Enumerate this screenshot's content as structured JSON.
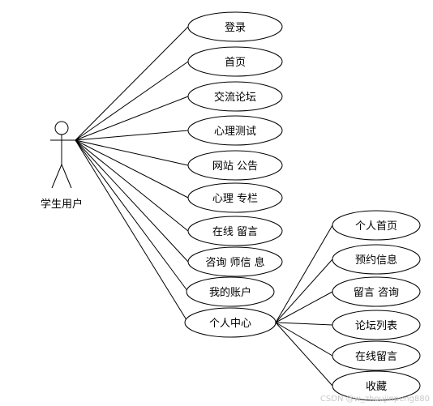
{
  "actor": {
    "label": "学生用户"
  },
  "use_cases": [
    {
      "id": "login",
      "label": "登录"
    },
    {
      "id": "home",
      "label": "首页"
    },
    {
      "id": "forum",
      "label": "交流论坛"
    },
    {
      "id": "psych-test",
      "label": "心理测试"
    },
    {
      "id": "site-notice",
      "label": "网站 公告"
    },
    {
      "id": "psych-column",
      "label": "心理 专栏"
    },
    {
      "id": "online-message",
      "label": "在线 留言"
    },
    {
      "id": "counselor-info",
      "label": "咨询 师信 息"
    },
    {
      "id": "my-account",
      "label": "我的账户"
    },
    {
      "id": "personal-center",
      "label": "个人中心"
    }
  ],
  "sub_use_cases": [
    {
      "id": "personal-home",
      "label": "个人首页"
    },
    {
      "id": "booking-info",
      "label": "预约信息"
    },
    {
      "id": "message-consult",
      "label": "留言 咨询"
    },
    {
      "id": "forum-list",
      "label": "论坛列表"
    },
    {
      "id": "online-message-2",
      "label": "在线留言"
    },
    {
      "id": "favorites",
      "label": "收藏"
    }
  ],
  "watermark": "CSDN @w_zhoujinpeng880"
}
